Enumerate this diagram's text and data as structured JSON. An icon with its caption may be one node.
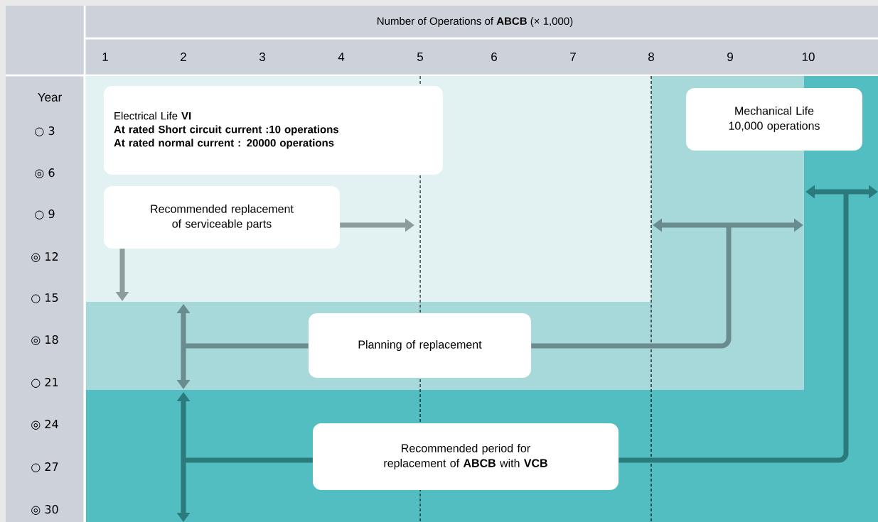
{
  "diagram": {
    "nodes": [
      {
        "text": [
          "Electrical Life **VI**",
          "At rated Short circuit current :10   operations",
          "At rated normal current : 20000 operations"
        ]
      },
      {
        "text": [
          "Mechanical Life 10,000 operations"
        ]
      },
      {
        "text": [
          "Recommended replacement of serviceable parts"
        ]
      },
      {
        "text": [
          "Planning of replacement"
        ]
      },
      {
        "text": [
          "Recommended period for replacement of **ABCB** with **VCB**"
        ]
      }
    ],
    "edges": [
      {
        "from": 2,
        "to": null,
        "arrow": "to",
        "color": "#8c9c9d"
      },
      {
        "from": 2,
        "to": null,
        "arrow": "to",
        "color": "#8c9c9d"
      },
      {
        "from": 3,
        "to": null,
        "arrow": "none",
        "color": "#6a8c8e"
      },
      {
        "from": 3,
        "to": null,
        "arrow": "none",
        "color": "#6a8c8e"
      },
      {
        "from": 4,
        "to": null,
        "arrow": "none",
        "color": "#2b7a7c"
      },
      {
        "from": 4,
        "to": null,
        "arrow": "none",
        "color": "#2b7a7c"
      }
    ],
    "labels": [
      "Number of Operations of **ABCB** (× 1,000)",
      "1",
      "2",
      "3",
      "4",
      "5",
      "6",
      "7",
      "8",
      "9",
      "10",
      "Year",
      "○ 3",
      "◎ 6",
      "○ 9",
      "◎ 12",
      "○ 15",
      "◎ 18",
      "○ 21",
      "◎ 24",
      "○ 27",
      "◎ 30"
    ]
  }
}
